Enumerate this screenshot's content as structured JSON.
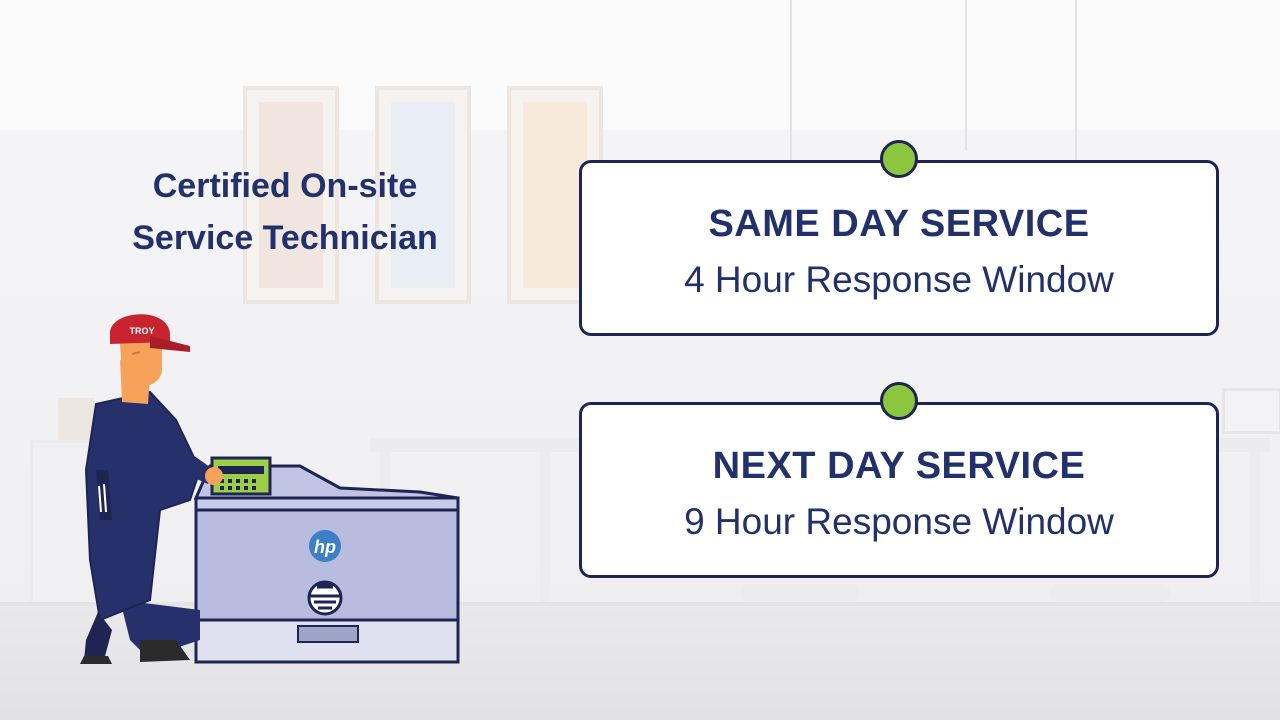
{
  "headline": {
    "line1": "Certified On-site",
    "line2": "Service Technician"
  },
  "cards": [
    {
      "title": "SAME DAY SERVICE",
      "subtitle": "4 Hour Response Window"
    },
    {
      "title": "NEXT DAY SERVICE",
      "subtitle": "9 Hour Response Window"
    }
  ],
  "illustration": {
    "cap_logo_text": "TROY",
    "printer_brand": "hp"
  },
  "colors": {
    "navy": "#22306c",
    "accent_green": "#8cc63f",
    "cap_red": "#c8242f",
    "printer_body": "#b8bde0"
  }
}
